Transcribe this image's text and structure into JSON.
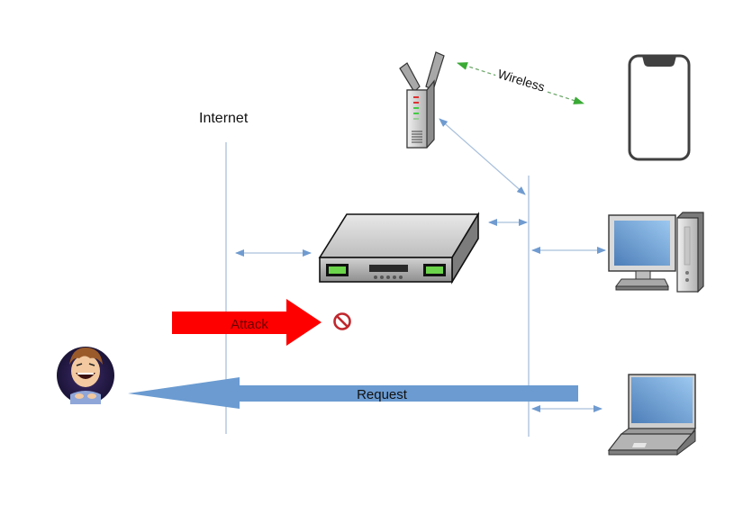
{
  "diagram": {
    "title": "Network attack diagram",
    "labels": {
      "internet": "Internet",
      "wireless": "Wireless",
      "attack": "Attack",
      "request": "Request"
    },
    "nodes": [
      {
        "id": "attacker",
        "type": "avatar",
        "label": ""
      },
      {
        "id": "router",
        "type": "router-box",
        "label": ""
      },
      {
        "id": "wireless-ap",
        "type": "access-point",
        "label": ""
      },
      {
        "id": "smartphone",
        "type": "phone",
        "label": ""
      },
      {
        "id": "desktop",
        "type": "desktop-pc",
        "label": ""
      },
      {
        "id": "laptop",
        "type": "laptop",
        "label": ""
      }
    ],
    "edges": [
      {
        "from": "internet-bus",
        "to": "router",
        "style": "double-arrow"
      },
      {
        "from": "router",
        "to": "lan-bus",
        "style": "double-arrow"
      },
      {
        "from": "wireless-ap",
        "to": "lan-bus",
        "style": "double-arrow"
      },
      {
        "from": "lan-bus",
        "to": "desktop",
        "style": "double-arrow"
      },
      {
        "from": "lan-bus",
        "to": "laptop",
        "style": "double-arrow"
      },
      {
        "from": "wireless-ap",
        "to": "smartphone",
        "style": "dashed-double-arrow",
        "label": "Wireless"
      },
      {
        "from": "attacker",
        "to": "router",
        "style": "block-arrow",
        "label": "Attack",
        "blocked": true
      },
      {
        "from": "laptop",
        "to": "attacker",
        "style": "block-arrow",
        "label": "Request"
      }
    ],
    "colors": {
      "bus_line": "#a9c0dc",
      "link": "#6f9bd0",
      "wireless": "#3aaa35",
      "attack": "#ff0000",
      "request": "#6b9bd1",
      "blocked": "#c1272d"
    }
  }
}
